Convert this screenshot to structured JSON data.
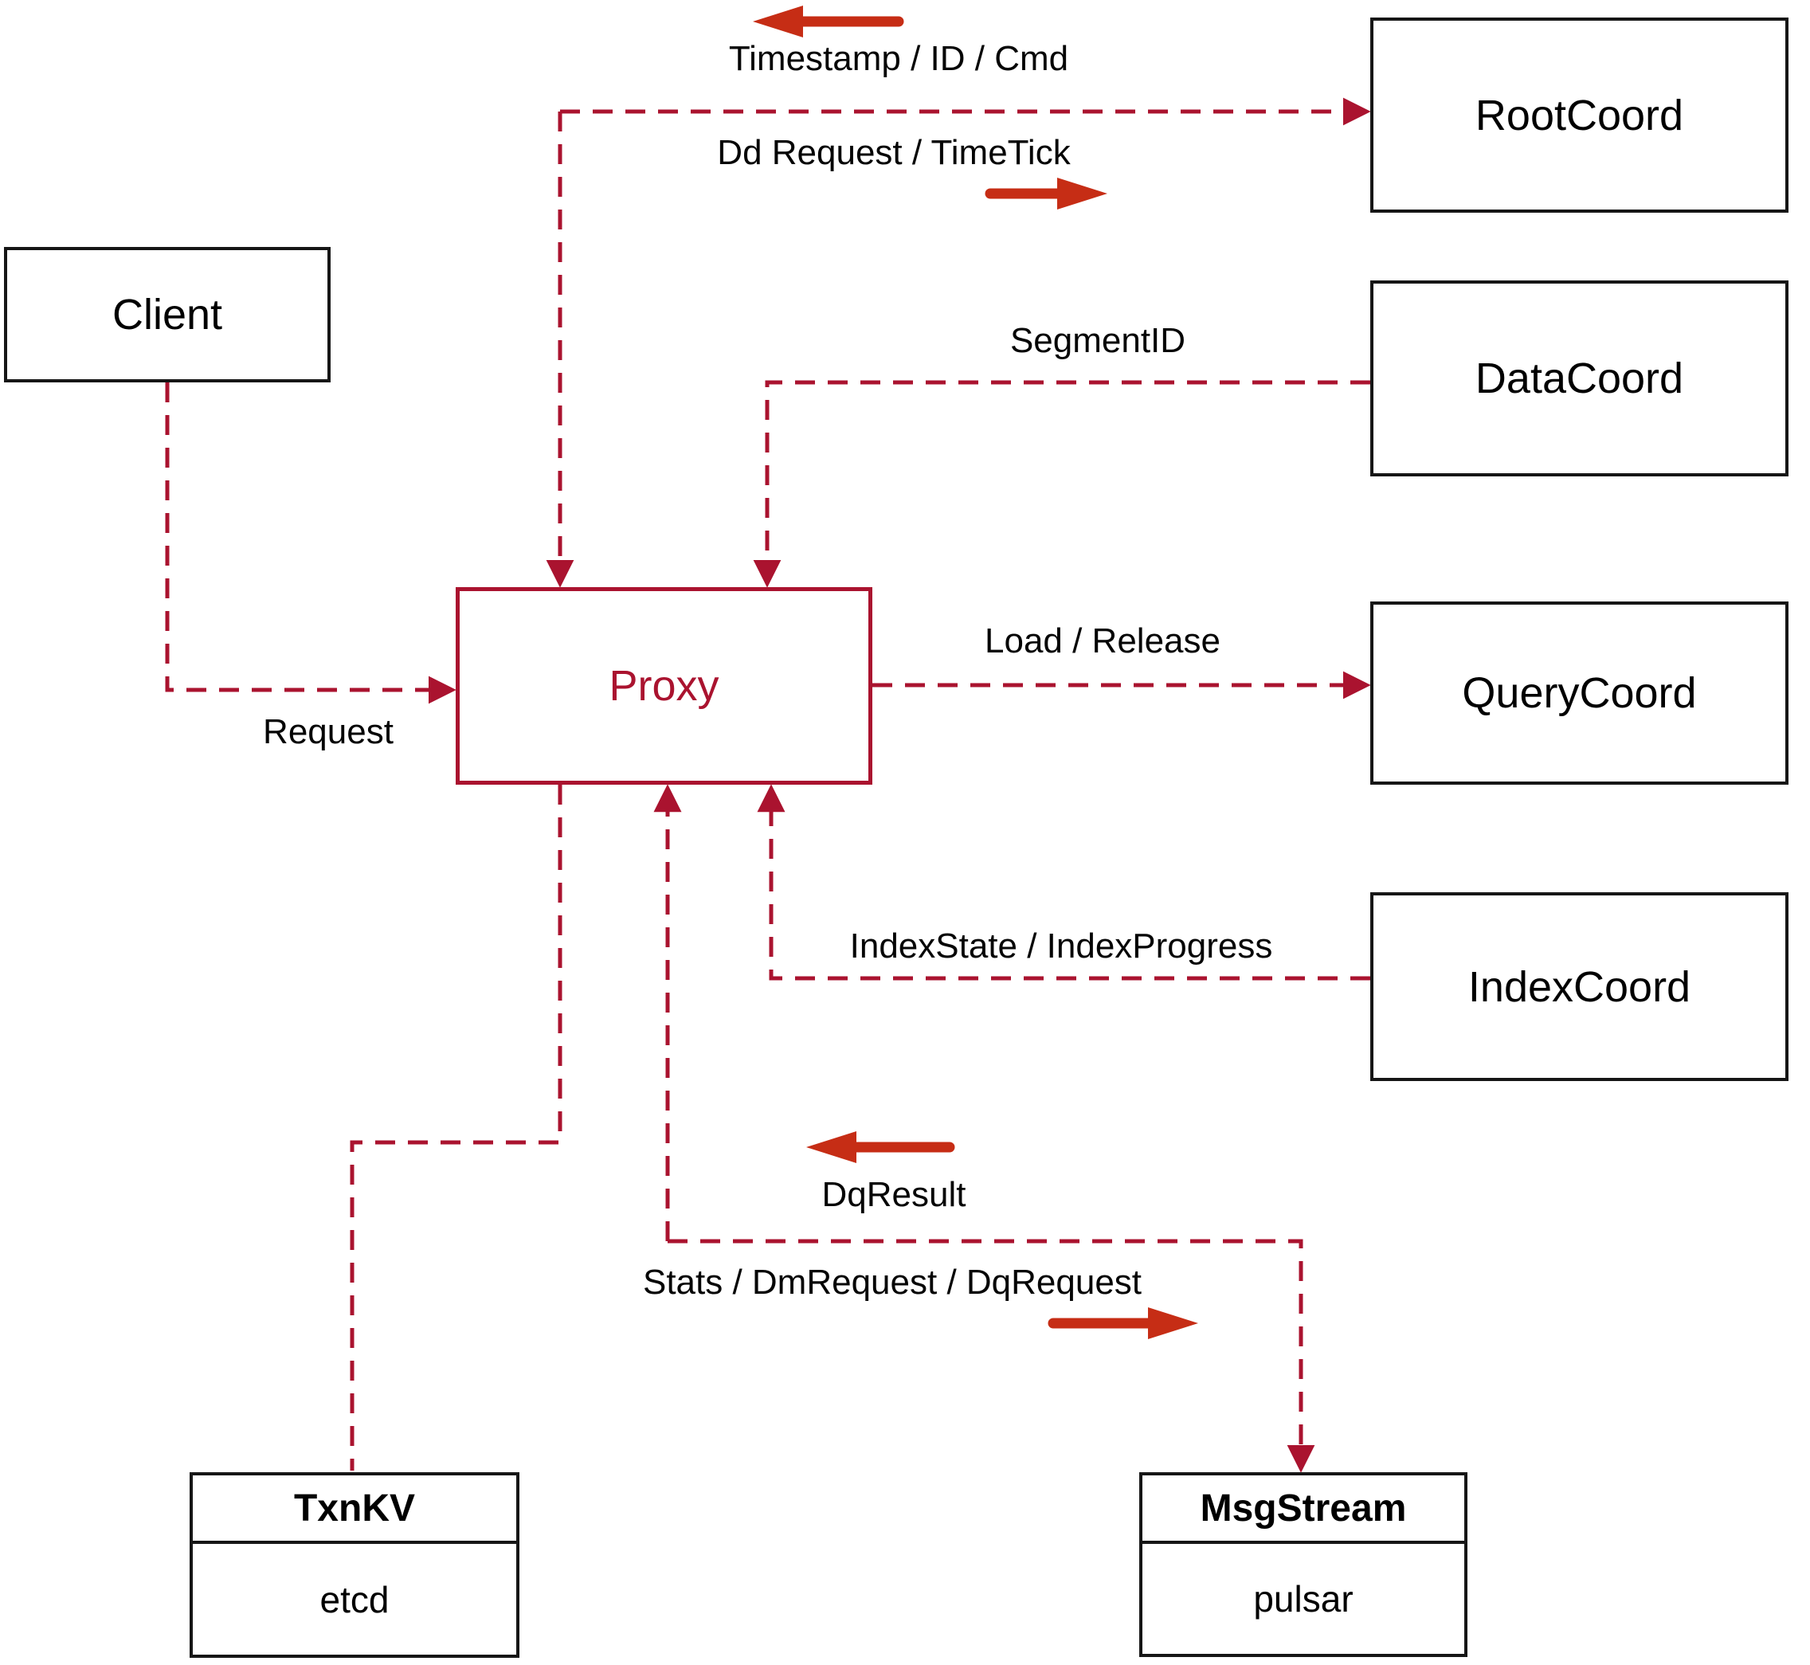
{
  "nodes": {
    "client": {
      "label": "Client"
    },
    "proxy": {
      "label": "Proxy"
    },
    "root_coord": {
      "label": "RootCoord"
    },
    "data_coord": {
      "label": "DataCoord"
    },
    "query_coord": {
      "label": "QueryCoord"
    },
    "index_coord": {
      "label": "IndexCoord"
    }
  },
  "stores": {
    "txn_kv": {
      "title": "TxnKV",
      "impl": "etcd"
    },
    "msg_stream": {
      "title": "MsgStream",
      "impl": "pulsar"
    }
  },
  "edges": {
    "timestamp_id_cmd": "Timestamp / ID / Cmd",
    "dd_request_timetick": "Dd Request / TimeTick",
    "segment_id": "SegmentID",
    "request": "Request",
    "load_release": "Load / Release",
    "index_state_progress": "IndexState / IndexProgress",
    "dq_result": "DqResult",
    "stats_dm_dq": "Stats / DmRequest / DqRequest"
  },
  "colors": {
    "connector_red": "#aa132f",
    "arrow_red": "#c62d15",
    "box_border": "#161616"
  }
}
